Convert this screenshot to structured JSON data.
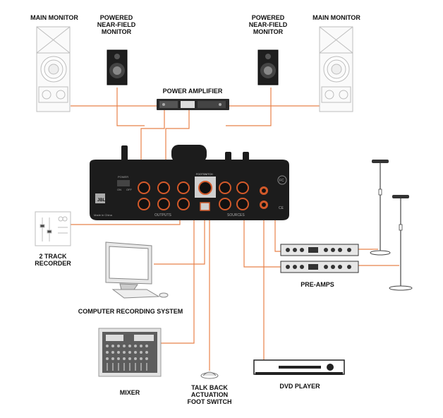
{
  "labels": {
    "main_monitor_left": "MAIN MONITOR",
    "powered_left": "POWERED\nNEAR-FIELD\nMONITOR",
    "powered_right": "POWERED\nNEAR-FIELD\nMONITOR",
    "main_monitor_right": "MAIN MONITOR",
    "power_amplifier": "POWER AMPLIFIER",
    "two_track": "2 TRACK\nRECORDER",
    "computer": "COMPUTER RECORDING SYSTEM",
    "mixer": "MIXER",
    "foot_switch": "TALK BACK\nACTUATION\nFOOT SWITCH",
    "dvd": "DVD PLAYER",
    "preamps": "PRE-AMPS"
  },
  "device": {
    "brand": "JBL",
    "power_label": "POWER",
    "on_label": "ON",
    "off_label": "OFF",
    "outputs_label": "OUTPUTS",
    "sources_label": "SOURCES",
    "footswitch_label": "FOOTSWITCH",
    "made_in": "Made in China",
    "fc_mark": "FC",
    "ce_mark": "CE"
  },
  "colors": {
    "cable": "#e8824a",
    "device_body": "#1c1c1c",
    "jack_ring": "#d2592a",
    "outline": "#bdbdbd",
    "dark": "#222222"
  },
  "icons": [
    "main-monitor-speaker",
    "near-field-monitor-speaker",
    "power-amplifier",
    "computer-monitor",
    "mixer-console",
    "foot-switch",
    "dvd-player",
    "pre-amp-rack",
    "microphone-stand",
    "tape-recorder"
  ]
}
